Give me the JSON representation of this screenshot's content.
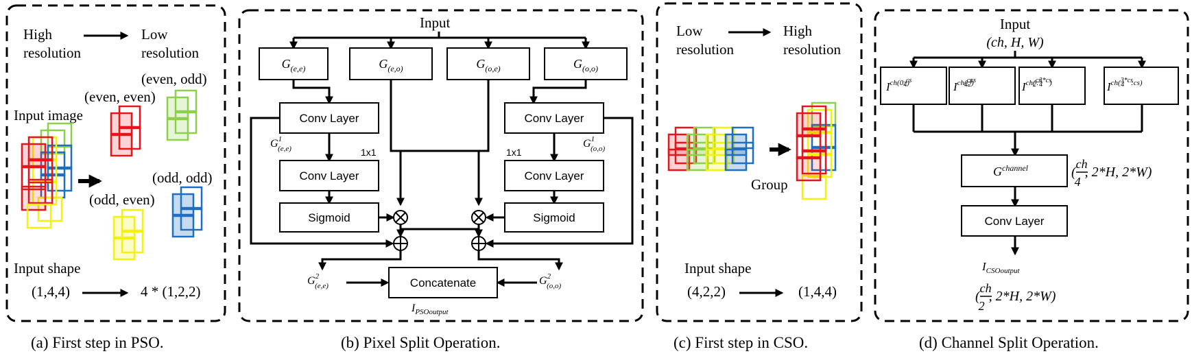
{
  "colors": {
    "red": "#e8141c",
    "green": "#8cd04a",
    "yellow": "#f2f20a",
    "blue": "#1f6fc0"
  },
  "panel_a": {
    "high": "High",
    "resolution": "resolution",
    "low": "Low",
    "resolution2": "resolution",
    "even_odd": "(even, odd)",
    "even_even": "(even, even)",
    "input_image": "Input image",
    "odd_odd": "(odd, odd)",
    "odd_even": "(odd, even)",
    "input_shape": "Input shape",
    "shape_from": "(1,4,4)",
    "shape_to": "4 * (1,2,2)",
    "caption": "(a) First step in PSO."
  },
  "panel_b": {
    "input": "Input",
    "g_ee": "G(e,e)",
    "g_eo": "G(e,o)",
    "g_oe": "G(o,e)",
    "g_oo": "G(o,o)",
    "conv_left": "Conv Layer",
    "conv_right": "Conv Layer",
    "conv_left2": "Conv Layer",
    "conv_right2": "Conv Layer",
    "sigmoid_left": "Sigmoid",
    "sigmoid_right": "Sigmoid",
    "g1_ee": "G¹(e,e)",
    "g1_oo": "G¹(o,o)",
    "k1x1_left": "1x1",
    "k1x1_right": "1x1",
    "g2_ee": "G²(e,e)",
    "g2_oo": "G²(o,o)",
    "concatenate": "Concatenate",
    "output": "IPSOoutput",
    "caption": "(b) Pixel Split Operation."
  },
  "panel_c": {
    "low": "Low",
    "resolution": "resolution",
    "high": "High",
    "resolution2": "resolution",
    "group": "Group",
    "input_shape": "Input shape",
    "shape_from": "(4,2,2)",
    "shape_to": "(1,4,4)",
    "caption": "(c) First step in CSO."
  },
  "panel_d": {
    "input": "Input",
    "input_shape": "(ch, H, W)",
    "i1": "Ich(0:cs/4)",
    "i2": "Ich(cs/4:cs/2)",
    "i3": "Ich(cs/2:3*cs/4)",
    "i4": "Ich(3*cs/4:cs)",
    "g_channel": "Gchannel",
    "g_channel_shape": "(ch/4, 2*H, 2*W)",
    "conv": "Conv Layer",
    "output": "ICSOoutput",
    "output_shape": "(ch/2, 2*H, 2*W)",
    "caption": "(d) Channel Split Operation."
  }
}
